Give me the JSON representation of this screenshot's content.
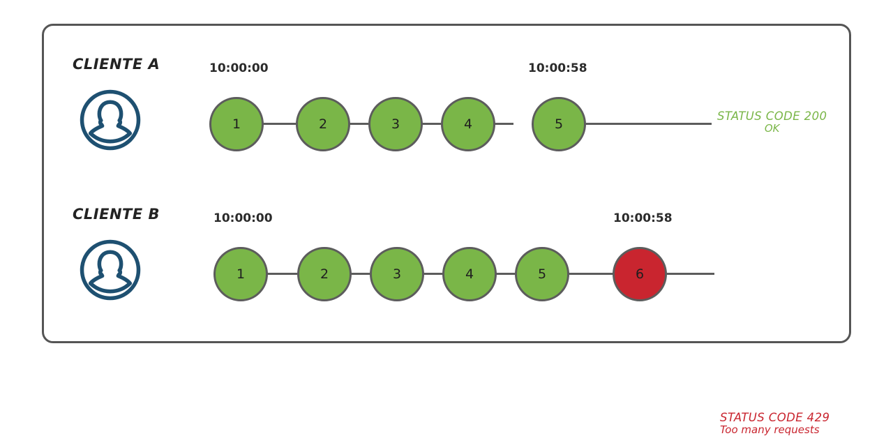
{
  "diagram": {
    "title_present": false,
    "colors": {
      "green": "#7ab648",
      "red": "#c9252f",
      "stroke": "#5c5c5c",
      "avatar_navy": "#1e5071",
      "panel_border": "#555555",
      "text": "#232323"
    },
    "rows": [
      {
        "client_label": "CLIENTE A",
        "avatar_icon": "user-avatar-icon",
        "start_time": "10:00:00",
        "end_time": "10:00:58",
        "nodes": [
          {
            "label": "1",
            "state": "green"
          },
          {
            "label": "2",
            "state": "green"
          },
          {
            "label": "3",
            "state": "green"
          },
          {
            "label": "4",
            "state": "green"
          },
          {
            "label": "5",
            "state": "green"
          }
        ],
        "status": {
          "line1": "STATUS CODE 200",
          "line2": "OK",
          "state": "ok"
        }
      },
      {
        "client_label": "CLIENTE B",
        "avatar_icon": "user-avatar-icon",
        "start_time": "10:00:00",
        "end_time": "10:00:58",
        "nodes": [
          {
            "label": "1",
            "state": "green"
          },
          {
            "label": "2",
            "state": "green"
          },
          {
            "label": "3",
            "state": "green"
          },
          {
            "label": "4",
            "state": "green"
          },
          {
            "label": "5",
            "state": "green"
          },
          {
            "label": "6",
            "state": "red"
          }
        ],
        "status": {
          "line1": "STATUS CODE 429",
          "line2": "Too many requests",
          "state": "err"
        }
      }
    ]
  },
  "chart_data": {
    "type": "diagram",
    "title": "Rate limiting request timeline",
    "series": [
      {
        "name": "CLIENTE A",
        "x": [
          "1",
          "2",
          "3",
          "4",
          "5"
        ],
        "values": [
          200,
          200,
          200,
          200,
          200
        ],
        "time_start": "10:00:00",
        "time_end": "10:00:58",
        "result_code": 200,
        "result_text": "OK"
      },
      {
        "name": "CLIENTE B",
        "x": [
          "1",
          "2",
          "3",
          "4",
          "5",
          "6"
        ],
        "values": [
          200,
          200,
          200,
          200,
          200,
          429
        ],
        "time_start": "10:00:00",
        "time_end": "10:00:58",
        "result_code": 429,
        "result_text": "Too many requests"
      }
    ],
    "legend": [
      "200 OK (green)",
      "429 Too many requests (red)"
    ],
    "xlabel": "",
    "ylabel": ""
  }
}
